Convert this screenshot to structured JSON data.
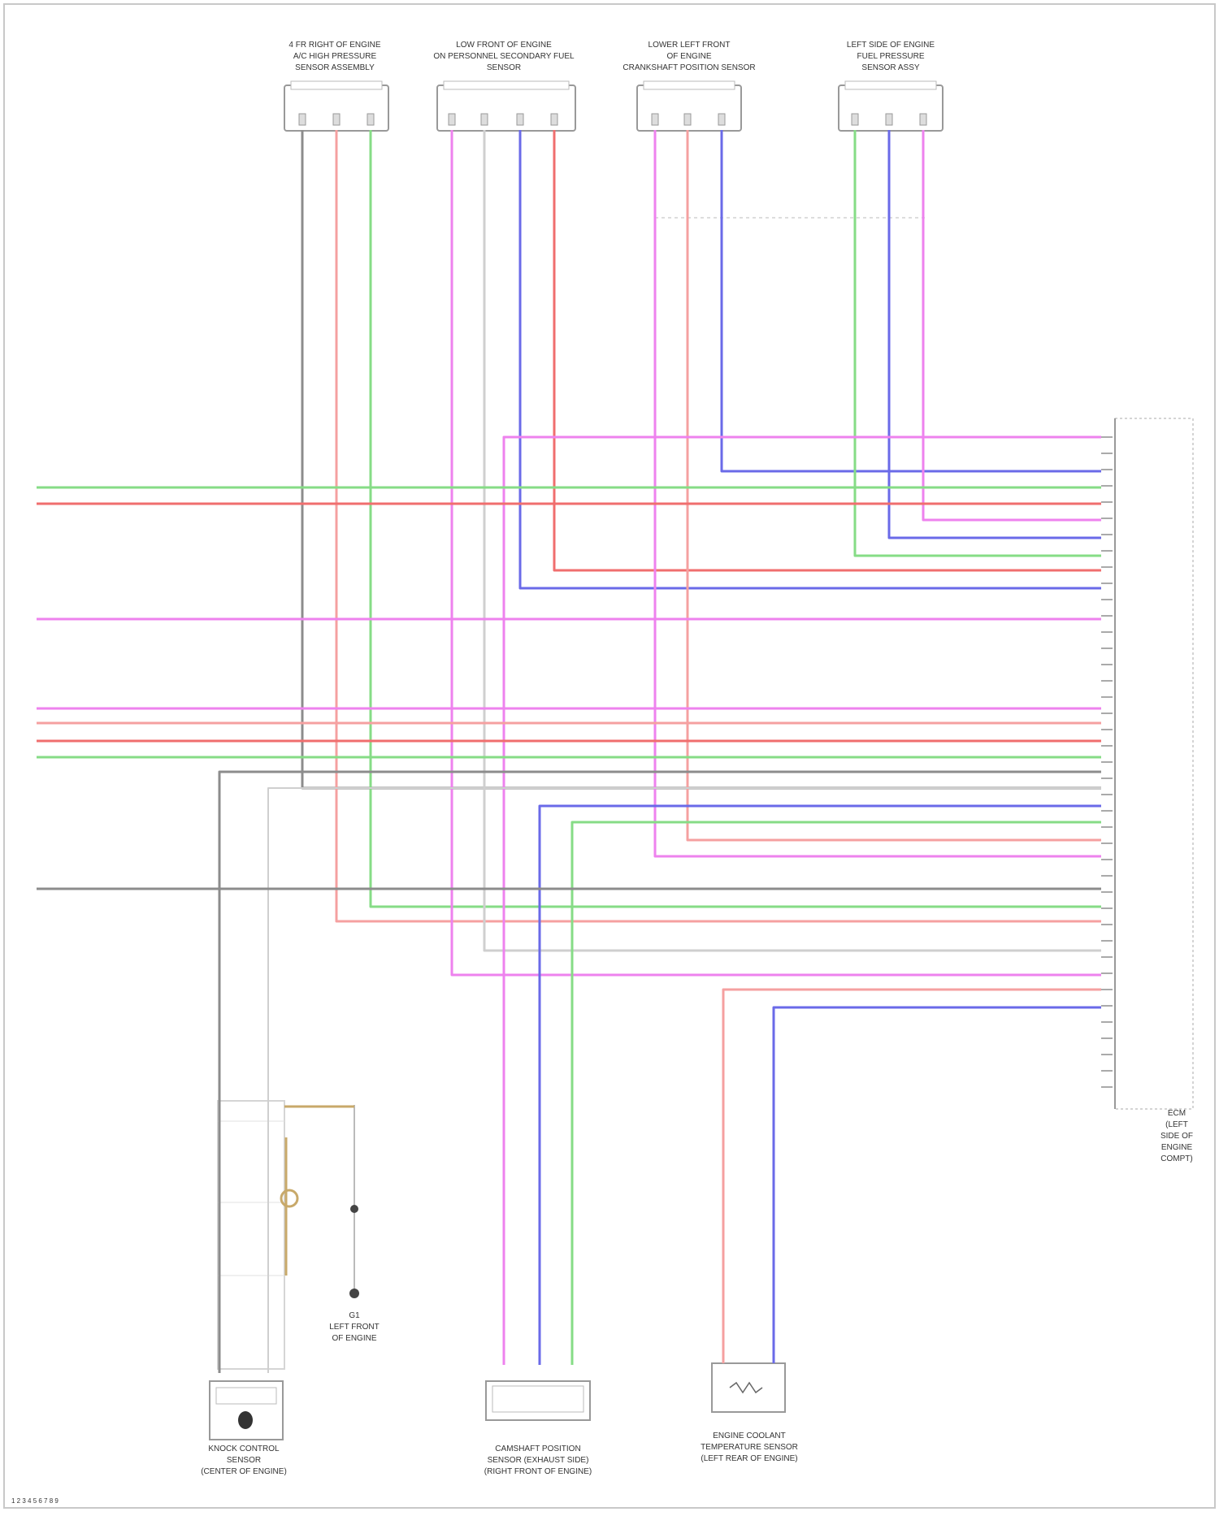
{
  "top_components": [
    {
      "id": "c1",
      "label_lines": [
        "4 FR RIGHT OF ENGINE",
        "A/C HIGH PRESSURE",
        "SENSOR ASSEMBLY"
      ]
    },
    {
      "id": "c2",
      "label_lines": [
        "LOW FRONT OF ENGINE",
        "ON PERSONNEL SECONDARY FUEL",
        "SENSOR"
      ]
    },
    {
      "id": "c3",
      "label_lines": [
        "LOWER LEFT FRONT",
        "OF ENGINE",
        "CRANKSHAFT POSITION SENSOR"
      ]
    },
    {
      "id": "c4",
      "label_lines": [
        "LEFT SIDE OF ENGINE",
        "FUEL PRESSURE",
        "SENSOR ASSY"
      ]
    }
  ],
  "bottom_components": [
    {
      "id": "b1",
      "label_lines": [
        "KNOCK CONTROL",
        "SENSOR",
        "(CENTER OF ENGINE)"
      ]
    },
    {
      "id": "b2",
      "label_lines": [
        "CAMSHAFT POSITION",
        "SENSOR (EXHAUST SIDE)",
        "(RIGHT FRONT OF ENGINE)"
      ]
    },
    {
      "id": "b3",
      "label_lines": [
        "ENGINE COOLANT",
        "TEMPERATURE SENSOR",
        "(LEFT REAR OF ENGINE)"
      ]
    }
  ],
  "ground_label_lines": [
    "G1",
    "LEFT FRONT",
    "OF ENGINE"
  ],
  "ecm_label_lines": [
    "ECM",
    "(LEFT",
    "SIDE OF",
    "ENGINE",
    "COMPT)"
  ],
  "watermark": "1 2 3 4 5 6 7 8 9",
  "wire_colors": {
    "pink": "#ee82ee",
    "blue": "#6a6ae8",
    "green": "#86dc86",
    "red": "#f06e6e",
    "lightred": "#f5a0a0",
    "gray": "#8c8c8c",
    "lightgray": "#cfcfcf",
    "tan": "#c8a96a"
  }
}
